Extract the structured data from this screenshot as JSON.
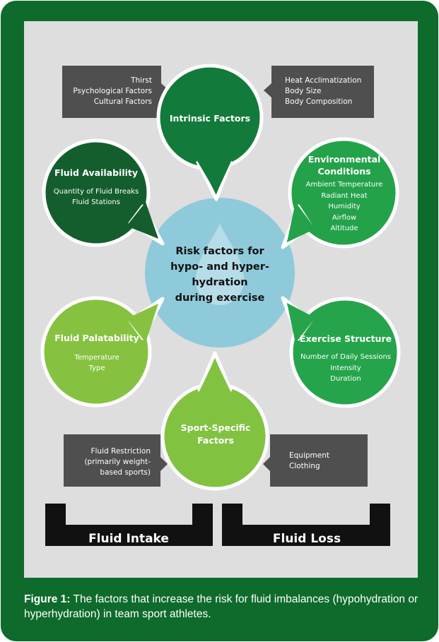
{
  "colors": {
    "frame": "#0e6b2c",
    "panel": "#dedede",
    "center": "#8fcadb",
    "intrinsic": "#127a3a",
    "fluid_availability": "#145e2e",
    "environmental": "#23a24a",
    "palatability": "#86c240",
    "exercise": "#26a44b",
    "sport_specific": "#82c241",
    "box": "#4f4f4f",
    "bracket": "#111111"
  },
  "center": {
    "lines": [
      "Risk factors for",
      "hypo- and hyper-",
      "hydration",
      "during exercise"
    ]
  },
  "intrinsic": {
    "title": "Intrinsic Factors"
  },
  "fluid_availability": {
    "title": "Fluid Availability",
    "items": [
      "Quantity of Fluid Breaks",
      "Fluid Stations"
    ]
  },
  "environmental": {
    "title": [
      "Environmental",
      "Conditions"
    ],
    "items": [
      "Ambient Temperature",
      "Radiant Heat",
      "Humidity",
      "Airflow",
      "Altitude"
    ]
  },
  "palatability": {
    "title": "Fluid Palatability",
    "items": [
      "Temperature",
      "Type"
    ]
  },
  "exercise": {
    "title": "Exercise Structure",
    "items": [
      "Number of Daily Sessions",
      "Intensity",
      "Duration"
    ]
  },
  "sport_specific": {
    "title": [
      "Sport-Specific",
      "Factors"
    ]
  },
  "boxes": {
    "top_left": [
      "Thirst",
      "Psychological Factors",
      "Cultural Factors"
    ],
    "top_right": [
      "Heat Acclimatization",
      "Body Size",
      "Body Composition"
    ],
    "bottom_left": [
      "Fluid Restriction",
      "(primarily weight-",
      "based sports)"
    ],
    "bottom_right": [
      "Equipment",
      "Clothing"
    ]
  },
  "brackets": {
    "intake": "Fluid Intake",
    "loss": "Fluid Loss"
  },
  "caption": {
    "label": "Figure 1:",
    "text": "The factors that increase the risk for fluid imbalances (hypohydration or hyperhydration) in team sport athletes."
  }
}
